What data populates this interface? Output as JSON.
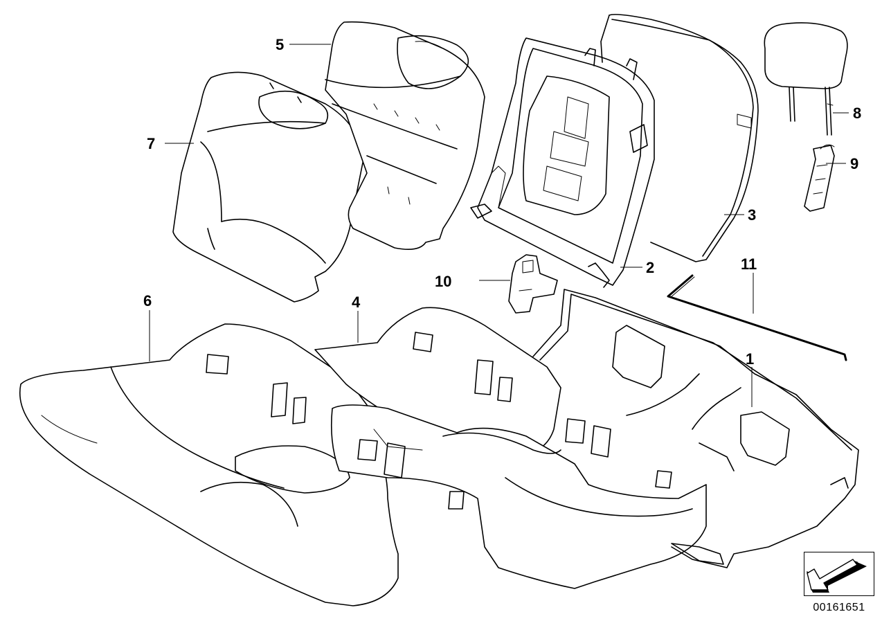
{
  "callouts": [
    {
      "id": "1",
      "label": "1"
    },
    {
      "id": "2",
      "label": "2"
    },
    {
      "id": "3",
      "label": "3"
    },
    {
      "id": "4",
      "label": "4"
    },
    {
      "id": "5",
      "label": "5"
    },
    {
      "id": "6",
      "label": "6"
    },
    {
      "id": "7",
      "label": "7"
    },
    {
      "id": "8",
      "label": "8"
    },
    {
      "id": "9",
      "label": "9"
    },
    {
      "id": "10",
      "label": "10"
    },
    {
      "id": "11",
      "label": "11"
    }
  ],
  "document_id": "00161651",
  "icons": {
    "nav": "arrow-down-left-icon"
  }
}
